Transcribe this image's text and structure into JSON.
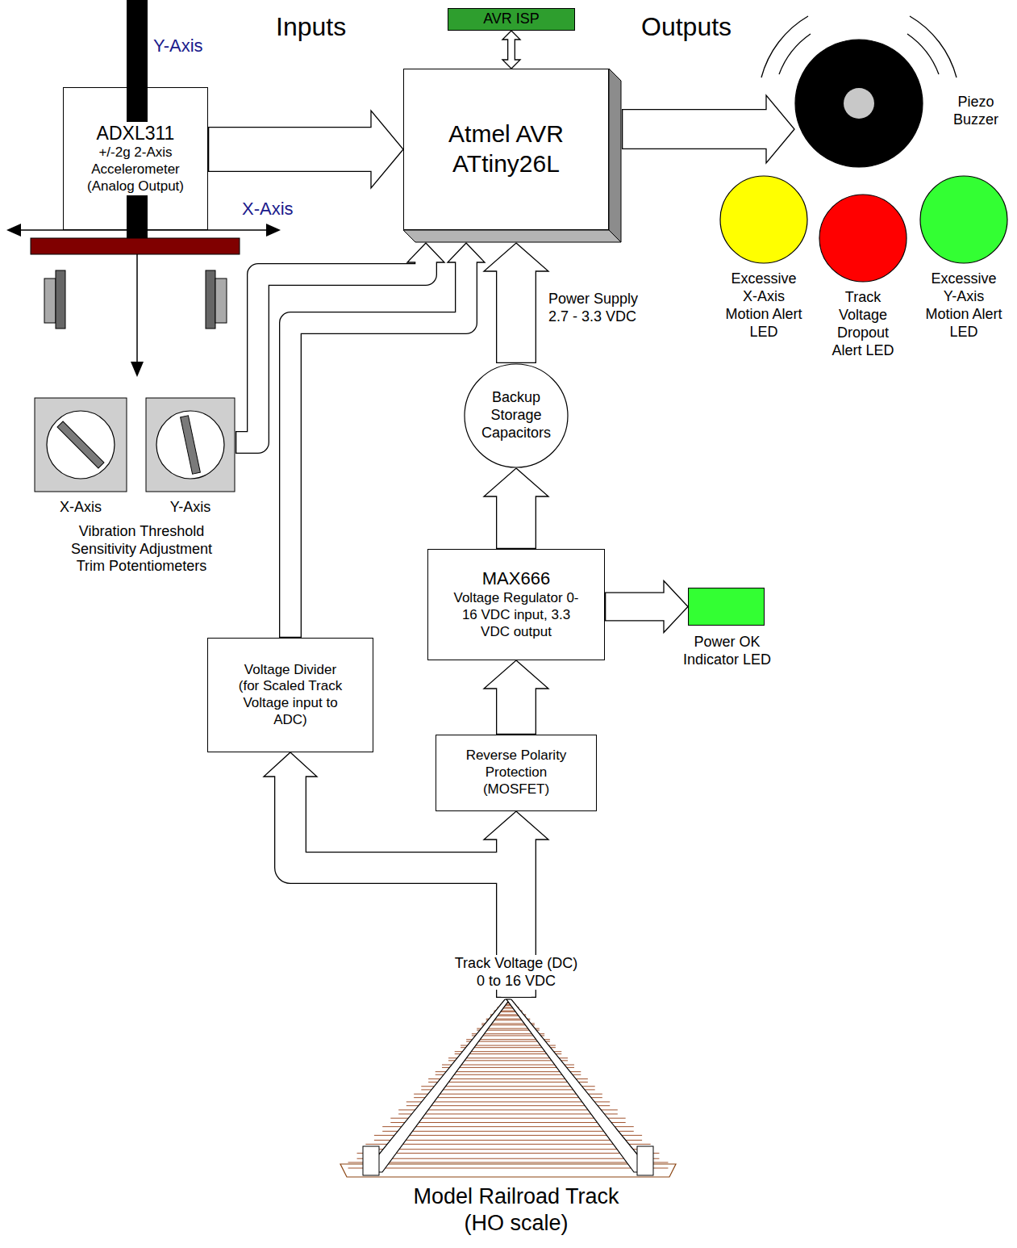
{
  "diagram": {
    "nodes": [
      {
        "text": [
          "AVR ISP"
        ]
      },
      {
        "text": [
          "Atmel AVR ATtiny26L"
        ]
      },
      {
        "text": [
          "ADXL311",
          "+/-2g 2-Axis Accelerometer (Analog Output)"
        ]
      },
      {
        "text": [
          "X-Axis"
        ]
      },
      {
        "text": [
          "Y-Axis"
        ]
      },
      {
        "text": [
          "Piezo Buzzer"
        ]
      },
      {
        "text": [
          "Excessive X-Axis Motion Alert LED"
        ]
      },
      {
        "text": [
          "Track Voltage Dropout Alert LED"
        ]
      },
      {
        "text": [
          "Excessive Y-Axis Motion Alert LED"
        ]
      },
      {
        "text": [
          "Backup Storage Capacitors"
        ]
      },
      {
        "text": [
          "MAX666",
          "Voltage Regulator 0-16 VDC input, 3.3 VDC output"
        ]
      },
      {
        "text": [
          "Power OK Indicator LED"
        ]
      },
      {
        "text": [
          "Reverse Polarity Protection (MOSFET)"
        ]
      },
      {
        "text": [
          "Voltage Divider (for Scaled Track Voltage input to ADC)"
        ]
      },
      {
        "text": [
          "Model Railroad Track (HO scale)"
        ]
      }
    ],
    "edges": [
      {
        "from": 0,
        "to": 1,
        "arrow": "both"
      },
      {
        "from": 2,
        "to": 1,
        "arrow": "to"
      },
      {
        "from": 4,
        "to": 1,
        "arrow": "to"
      },
      {
        "from": 13,
        "to": 1,
        "arrow": "to"
      },
      {
        "from": 1,
        "to": 5,
        "arrow": "to"
      },
      {
        "from": 9,
        "to": 1,
        "label": "Power Supply 2.7 - 3.3 VDC",
        "arrow": "to"
      },
      {
        "from": 10,
        "to": 9,
        "arrow": "to"
      },
      {
        "from": 10,
        "to": 11,
        "arrow": "to"
      },
      {
        "from": 12,
        "to": 10,
        "arrow": "to"
      },
      {
        "from": 14,
        "to": 12,
        "label": "Track Voltage (DC) 0 to 16 VDC",
        "arrow": "to"
      },
      {
        "from": 14,
        "to": 13,
        "arrow": "to"
      }
    ],
    "labels": [
      "Inputs",
      "Outputs",
      "Y-Axis",
      "X-Axis",
      "Vibration Threshold Sensitivity Adjustment Trim Potentiometers"
    ]
  }
}
